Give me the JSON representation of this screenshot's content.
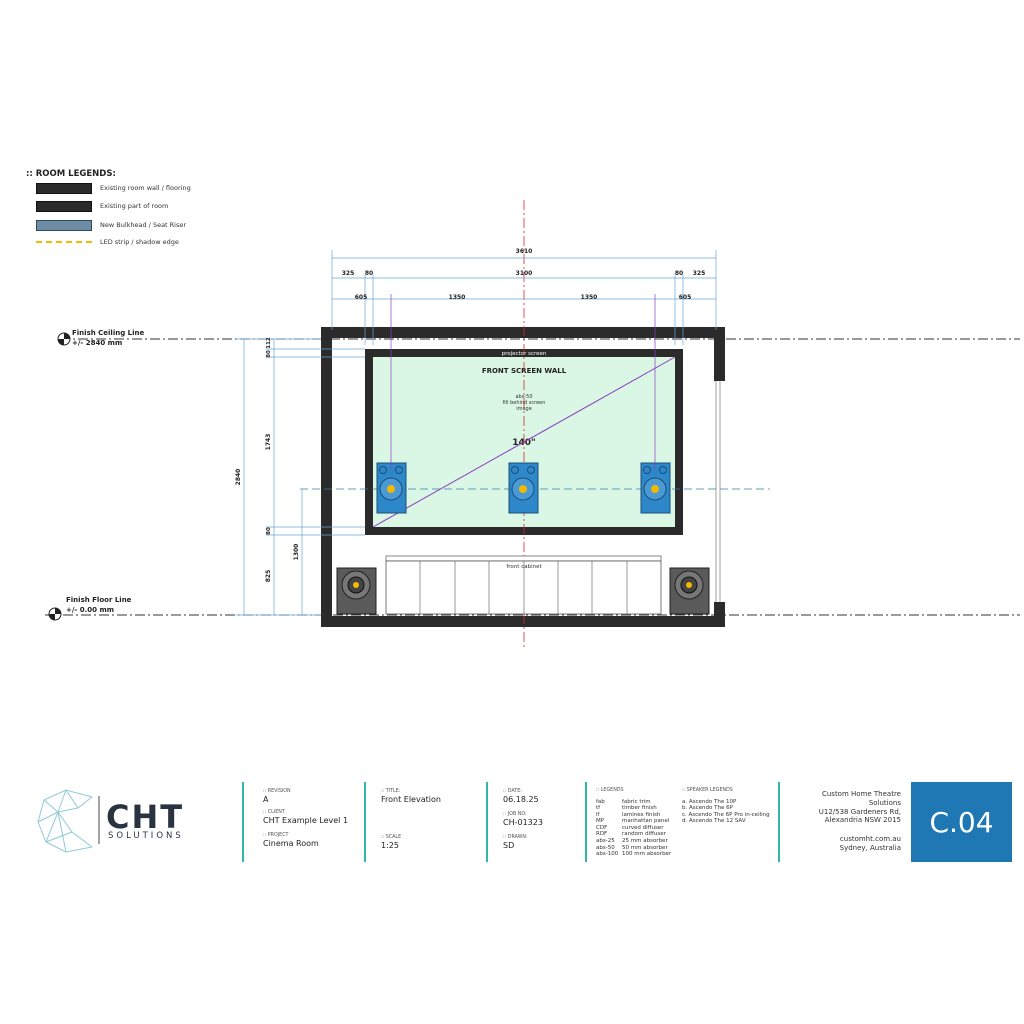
{
  "legend": {
    "title": ":: ROOM LEGENDS:",
    "items": [
      {
        "label": "Existing room wall / flooring",
        "color": "#2b2b2b"
      },
      {
        "label": "Existing part of room",
        "color": "#2b2b2b"
      },
      {
        "label": "New Bulkhead / Seat Riser",
        "color": "#6f8aa3"
      },
      {
        "label": "LED strip / shadow edge",
        "color": "#f5b800"
      }
    ]
  },
  "drawing": {
    "ceiling_label": "Finish Ceiling Line",
    "ceiling_level": "+/- 2840 mm",
    "floor_label": "Finish Floor Line",
    "floor_level": "+/- 0.00 mm",
    "projector_screen": "projector screen",
    "screen_wall": "FRONT SCREEN WALL",
    "screen_note_1": "abs-50",
    "screen_note_2": "fill behind screen",
    "screen_note_3": "image",
    "screen_size": "140\"",
    "front_cabinet": "front cabinet",
    "dims": {
      "overall": "3610",
      "left_325": "325",
      "left_80": "80",
      "inner": "3100",
      "right_80": "80",
      "right_325": "325",
      "left_605": "605",
      "mid_1350_a": "1350",
      "mid_1350_b": "1350",
      "right_605": "605",
      "height_total": "2840",
      "h_80": "80",
      "h_112": "112",
      "h_1743": "1743",
      "h_80b": "80",
      "h_825": "825",
      "h_1300": "1300"
    }
  },
  "title_block": {
    "logo_text": "CHT",
    "logo_sub": "SOLUTIONS",
    "revision_label": ":: REVISION",
    "revision": "A",
    "client_label": ":: CLIENT",
    "client": "CHT Example Level  1",
    "project_label": ":: PROJECT",
    "project": "Cinema Room",
    "title_label": ":: TITLE:",
    "title": "Front Elevation",
    "scale_label": ":: SCALE",
    "scale": "1:25",
    "date_label": ":: DATE:",
    "date": "06.18.25",
    "job_label": ":: JOB NO:",
    "job": "CH-01323",
    "drawn_label": ":: DRAWN:",
    "drawn": "SD",
    "legends_label": ":: LEGENDS",
    "legends": [
      {
        "k": "fab",
        "v": "fabric trim"
      },
      {
        "k": "tf",
        "v": "timber finish"
      },
      {
        "k": "lf",
        "v": "laminex finish"
      },
      {
        "k": "MP",
        "v": "manhattan panel"
      },
      {
        "k": "CDF",
        "v": "curved diffuser"
      },
      {
        "k": "RDF",
        "v": "random diffuser"
      },
      {
        "k": "abs-25",
        "v": "25 mm absorber"
      },
      {
        "k": "abs-50",
        "v": "50 mm absorber"
      },
      {
        "k": "abs-100",
        "v": "100 mm absorber"
      }
    ],
    "speaker_label": ":: SPEAKER LEGENDS",
    "speakers": [
      "a. Ascendo The 10P",
      "b. Ascendo The 6P",
      "c. Ascendo The 6P Pro in-ceiling",
      "d. Ascendo The 12 SAV"
    ],
    "company_lines": [
      "Custom Home Theatre",
      "Solutions",
      "U12/538 Gardeners Rd,",
      "Alexandria NSW 2015"
    ],
    "website": "customht.com.au",
    "location": "Sydney, Australia",
    "sheet": "C.04"
  }
}
